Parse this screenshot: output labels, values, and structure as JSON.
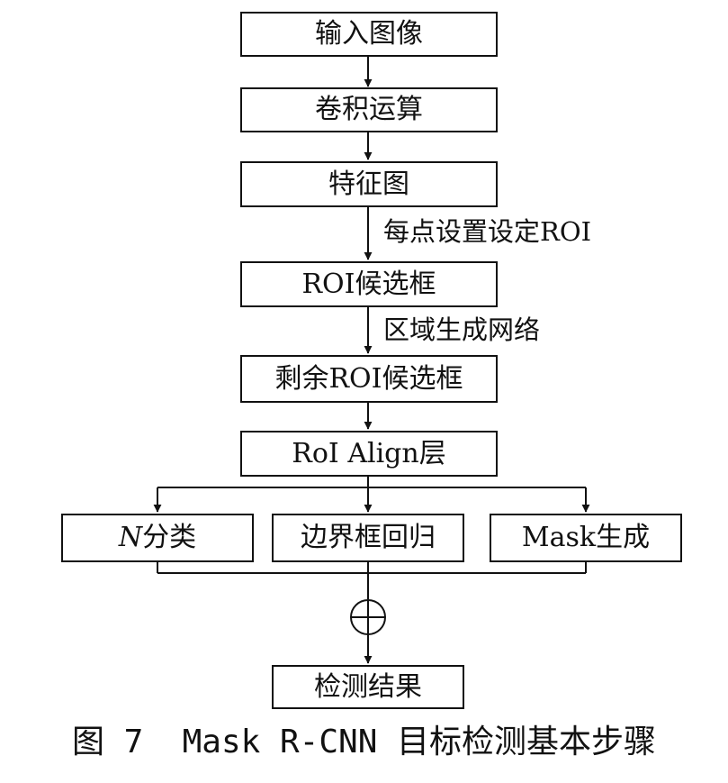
{
  "nodes": {
    "input_image": "输入图像",
    "convolution": "卷积运算",
    "feature_map": "特征图",
    "roi_candidates": "ROI候选框",
    "remaining_roi": "剩余ROI候选框",
    "roi_align": "RoI Align层",
    "n_classification": {
      "symbol": "N",
      "text": "分类"
    },
    "bbox_regression": "边界框回归",
    "mask_generation": "Mask生成",
    "detection_result": "检测结果"
  },
  "edge_labels": {
    "set_roi": "每点设置设定ROI",
    "rpn": "区域生成网络"
  },
  "caption": "图 7  Mask R-CNN 目标检测基本步骤",
  "colors": {
    "line": "#111111",
    "background": "#ffffff"
  }
}
